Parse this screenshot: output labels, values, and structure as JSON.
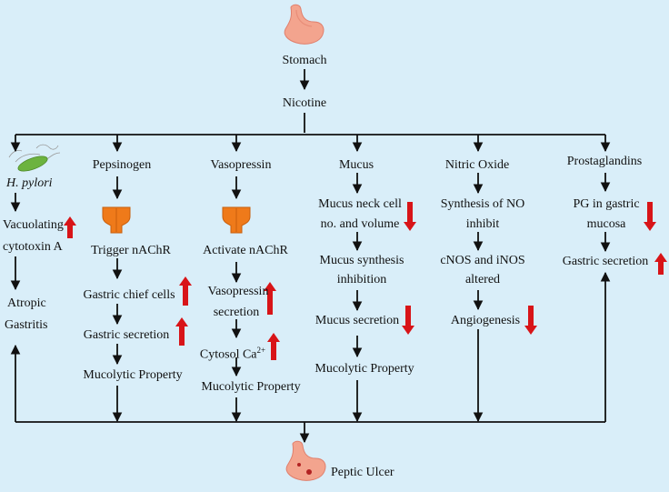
{
  "diagram": {
    "top": {
      "stomach": "Stomach",
      "nicotine": "Nicotine"
    },
    "bottom": {
      "peptic_ulcer": "Peptic Ulcer"
    },
    "columns": {
      "hpylori": {
        "title": "H. pylori",
        "vac_line1": "Vacuolating",
        "vac_line2": "cytotoxin A",
        "atrop_line1": "Atropic",
        "atrop_line2": "Gastritis"
      },
      "pepsinogen": {
        "title": "Pepsinogen",
        "trigger": "Trigger nAChR",
        "chief": "Gastric chief cells",
        "secretion": "Gastric secretion",
        "mucolytic": "Mucolytic Property"
      },
      "vasopressin": {
        "title": "Vasopressin",
        "activate": "Activate nAChR",
        "vs_line1": "Vasopressin",
        "vs_line2": "secretion",
        "cytosol": "Cytosol Ca",
        "cytosol_sup": "2+",
        "mucolytic": "Mucolytic Property"
      },
      "mucus": {
        "title": "Mucus",
        "neck_line1": "Mucus neck cell",
        "neck_line2": "no. and volume",
        "synth_line1": "Mucus synthesis",
        "synth_line2": "inhibition",
        "secretion": "Mucus secretion",
        "mucolytic": "Mucolytic Property"
      },
      "nitric": {
        "title": "Nitric Oxide",
        "syn_line1": "Synthesis of NO",
        "syn_line2": "inhibit",
        "cnos_line1": "cNOS and iNOS",
        "cnos_line2": "altered",
        "angio": "Angiogenesis"
      },
      "prosta": {
        "title": "Prostaglandins",
        "pg_line1": "PG in gastric",
        "pg_line2": "mucosa",
        "secretion": "Gastric secretion"
      }
    },
    "colors": {
      "background": "#d9eef9",
      "arrow_black": "#111111",
      "arrow_red": "#d81418",
      "receptor_orange": "#ef7a1a",
      "stomach_pink": "#f3a48e",
      "bacteria_green": "#6cb33f"
    },
    "icons": [
      "stomach-icon",
      "bacteria-icon",
      "receptor-icon",
      "ulcer-stomach-icon"
    ]
  }
}
